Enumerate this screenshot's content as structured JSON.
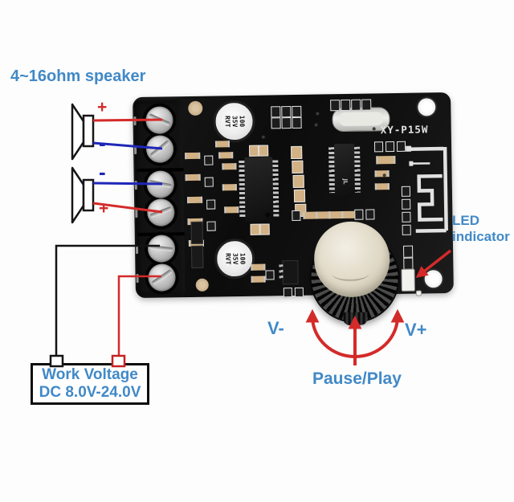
{
  "annotations": {
    "speaker_spec": "4~16ohm speaker",
    "led_indicator": "LED\nindicator",
    "volume_down": "V-",
    "volume_up": "V+",
    "pause_play": "Pause/Play",
    "work_voltage": "Work Voltage\nDC 8.0V-24.0V"
  },
  "polarity": {
    "speaker1_top": "+",
    "speaker1_bottom": "-",
    "speaker2_top": "-",
    "speaker2_bottom": "+"
  },
  "board": {
    "model": "XY-P15W",
    "capacitor_label": "100\n35V\nRVT",
    "bt_chip_logo": "JL"
  },
  "colors": {
    "annotation-blue": "#4189c7",
    "wire-red": "#d42a2a",
    "wire-blue": "#1f27b8",
    "wire-black": "#141414",
    "pcb-black": "#111111"
  }
}
